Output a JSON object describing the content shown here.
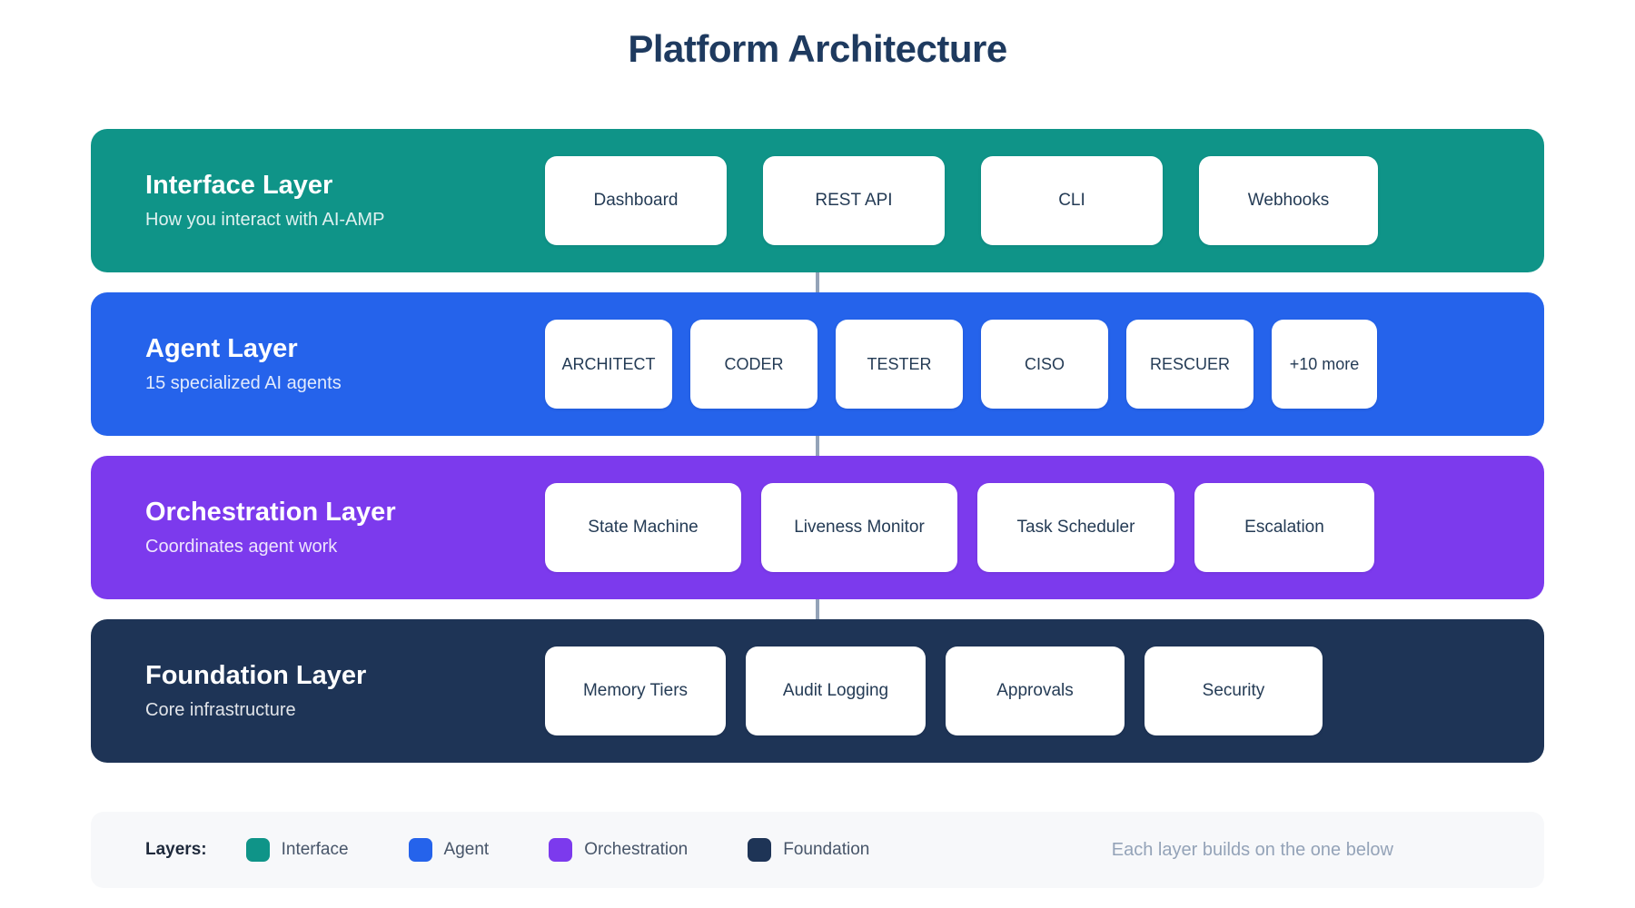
{
  "title": "Platform Architecture",
  "layers": [
    {
      "name": "Interface Layer",
      "subtitle": "How you interact with AI-AMP",
      "color": "#0f9488",
      "boxes": [
        "Dashboard",
        "REST API",
        "CLI",
        "Webhooks"
      ]
    },
    {
      "name": "Agent Layer",
      "subtitle": "15 specialized AI agents",
      "color": "#2563eb",
      "boxes": [
        "ARCHITECT",
        "CODER",
        "TESTER",
        "CISO",
        "RESCUER",
        "+10 more"
      ]
    },
    {
      "name": "Orchestration Layer",
      "subtitle": "Coordinates agent work",
      "color": "#7c3aed",
      "boxes": [
        "State Machine",
        "Liveness Monitor",
        "Task Scheduler",
        "Escalation"
      ]
    },
    {
      "name": "Foundation Layer",
      "subtitle": "Core infrastructure",
      "color": "#1e3456",
      "boxes": [
        "Memory Tiers",
        "Audit Logging",
        "Approvals",
        "Security"
      ]
    }
  ],
  "connector_color": "#94a3b8",
  "legend": {
    "label": "Layers:",
    "items": [
      {
        "label": "Interface",
        "color": "#0f9488"
      },
      {
        "label": "Agent",
        "color": "#2563eb"
      },
      {
        "label": "Orchestration",
        "color": "#7c3aed"
      },
      {
        "label": "Foundation",
        "color": "#1e3456"
      }
    ],
    "note": "Each layer builds on the one below"
  }
}
